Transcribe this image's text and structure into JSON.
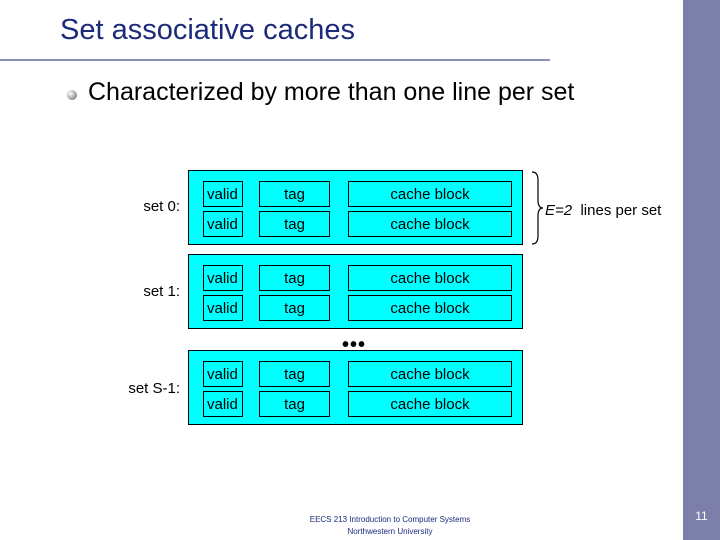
{
  "slide": {
    "title": "Set associative caches",
    "bullet": "Characterized by more than one line per set",
    "sets": [
      {
        "label": "set 0:",
        "lines": [
          {
            "valid": "valid",
            "tag": "tag",
            "block": "cache block"
          },
          {
            "valid": "valid",
            "tag": "tag",
            "block": "cache block"
          }
        ]
      },
      {
        "label": "set 1:",
        "lines": [
          {
            "valid": "valid",
            "tag": "tag",
            "block": "cache block"
          },
          {
            "valid": "valid",
            "tag": "tag",
            "block": "cache block"
          }
        ]
      },
      {
        "label": "set S-1:",
        "lines": [
          {
            "valid": "valid",
            "tag": "tag",
            "block": "cache block"
          },
          {
            "valid": "valid",
            "tag": "tag",
            "block": "cache block"
          }
        ]
      }
    ],
    "ellipsis": "•••",
    "e_label": {
      "var": "E",
      "value": "=2",
      "text": "lines per set"
    },
    "footer": {
      "line1": "EECS 213 Introduction to Computer Systems",
      "line2": "Northwestern University"
    },
    "page_number": "11"
  },
  "colors": {
    "cache_fill": "#00ffff",
    "sidebar": "#7b7fa9",
    "title": "#1c2a7a"
  }
}
